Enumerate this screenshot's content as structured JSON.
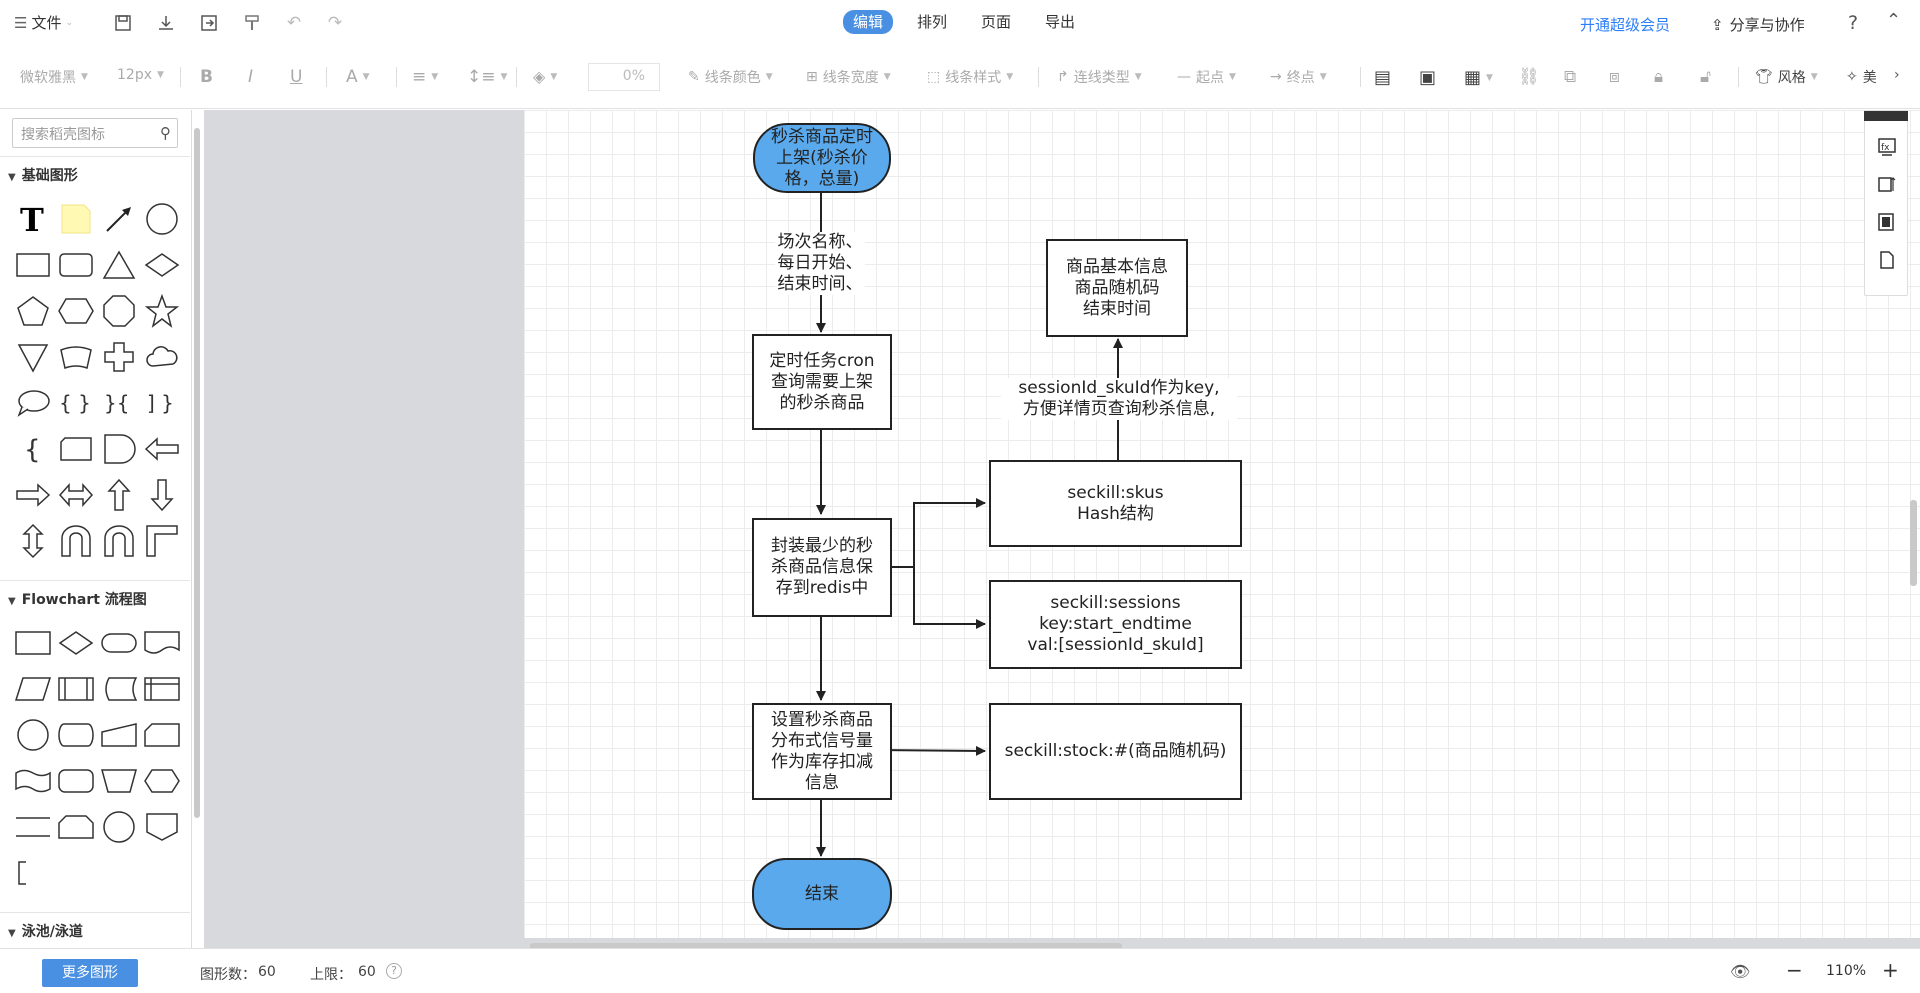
{
  "menu": {
    "file_label": "文件",
    "tabs": [
      "编辑",
      "排列",
      "页面",
      "导出"
    ],
    "vip_label": "开通超级会员",
    "share_label": "分享与协作"
  },
  "toolbar": {
    "font_family": "微软雅黑",
    "font_size": "12px",
    "opacity": "0%",
    "line_color": "线条颜色",
    "line_width": "线条宽度",
    "line_style": "线条样式",
    "connector_type": "连线类型",
    "start_point": "起点",
    "end_point": "终点",
    "style_label": "风格",
    "beautify_label": "美"
  },
  "sidebar": {
    "search_placeholder": "搜索稻壳图标",
    "sections": [
      "基础图形",
      "Flowchart 流程图",
      "泳池/泳道"
    ]
  },
  "bottom": {
    "more_shapes": "更多图形",
    "shape_count_label": "图形数：",
    "shape_count": "60",
    "limit_label": "上限：",
    "limit": "60",
    "zoom": "110%"
  },
  "diagram": {
    "nodes": {
      "start": "秒杀商品定时\n上架(秒杀价\n格，总量)",
      "cron": "定时任务cron\n查询需要上架\n的秒杀商品",
      "save_redis": "封装最少的秒\n杀商品信息保\n存到redis中",
      "semaphore": "设置秒杀商品\n分布式信号量\n作为库存扣减\n信息",
      "end": "结束",
      "skus": "seckill:skus\nHash结构",
      "sessions": "seckill:sessions\nkey:start_endtime\nval:[sessionId_skuId]",
      "stock": "seckill:stock:#(商品随机码)",
      "product_info": "商品基本信息\n商品随机码\n结束时间"
    },
    "edge_labels": {
      "start_to_cron": "场次名称、\n每日开始、\n结束时间、",
      "skus_to_info": "sessionId_skuId作为key,\n方便详情页查询秒杀信息,"
    }
  }
}
